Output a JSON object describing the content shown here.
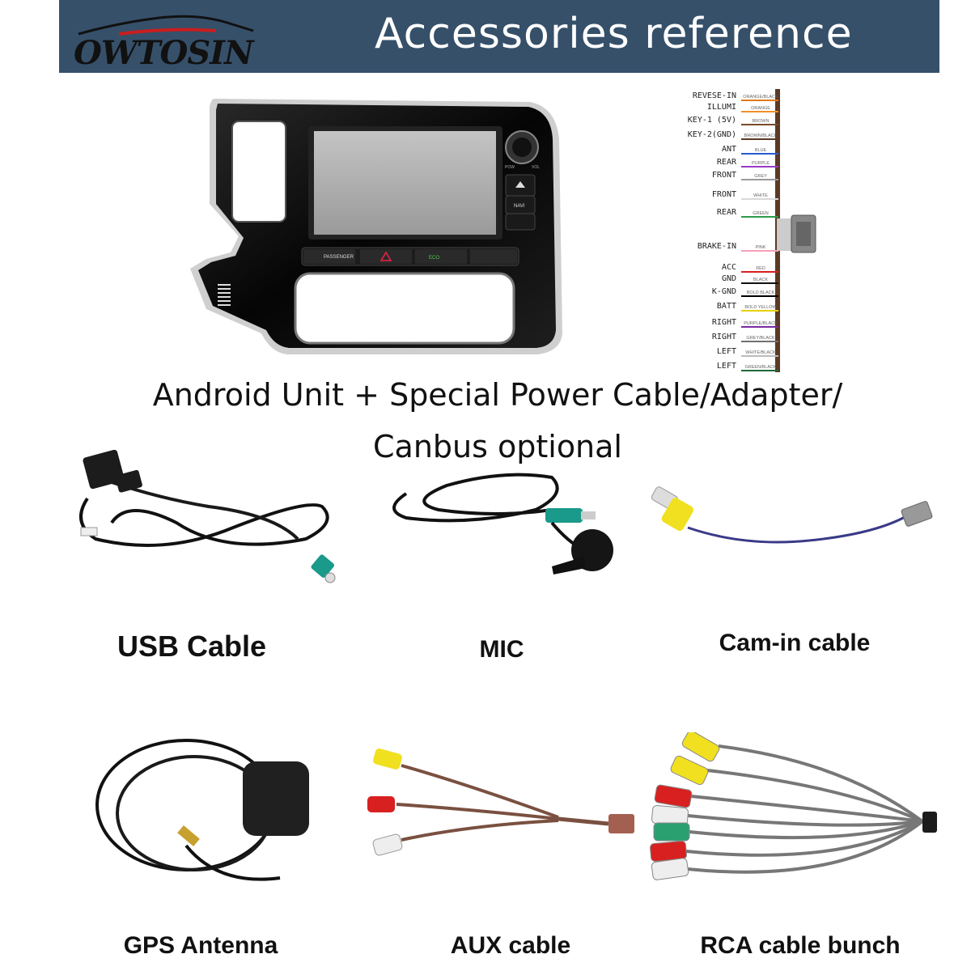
{
  "header": {
    "brand": "OWTOSIN",
    "title": "Accessories reference"
  },
  "unit": {
    "buttons": {
      "pow": "POW",
      "vol": "VOL",
      "navi": "NAVI",
      "passenger": "PASSENGER",
      "eco": "ECO"
    }
  },
  "wiring": {
    "wires": [
      {
        "label": "REVESE-IN",
        "color_name": "ORANGE/BLACK",
        "color": "#e07a1a"
      },
      {
        "label": "ILLUMI",
        "color_name": "ORANGE",
        "color": "#f0902a"
      },
      {
        "label": "KEY-1 (5V)",
        "color_name": "BROWN",
        "color": "#7a4a2a"
      },
      {
        "label": "KEY-2(GND)",
        "color_name": "BROWN/BLACK",
        "color": "#5a3a24"
      },
      {
        "label": "ANT",
        "color_name": "BLUE",
        "color": "#2a5ad0"
      },
      {
        "label": "REAR",
        "color_name": "PURPLE",
        "color": "#9a3ac8"
      },
      {
        "label": "FRONT",
        "color_name": "GREY",
        "color": "#9a9a9a"
      },
      {
        "label": "FRONT",
        "color_name": "WHITE",
        "color": "#d8d8d8"
      },
      {
        "label": "REAR",
        "color_name": "GREEN",
        "color": "#2a9a4a"
      },
      {
        "label": "BRAKE-IN",
        "color_name": "PINK",
        "color": "#f4a0b8"
      },
      {
        "label": "ACC",
        "color_name": "RED",
        "color": "#d82020"
      },
      {
        "label": "GND",
        "color_name": "BLACK",
        "color": "#111111"
      },
      {
        "label": "K-GND",
        "color_name": "BOLD BLACK",
        "color": "#000000"
      },
      {
        "label": "BATT",
        "color_name": "BOLD YELLOW",
        "color": "#e8d000"
      },
      {
        "label": "RIGHT",
        "color_name": "PURPLE/BLACK",
        "color": "#7a2aa0"
      },
      {
        "label": "RIGHT",
        "color_name": "GREY/BLACK",
        "color": "#707070"
      },
      {
        "label": "LEFT",
        "color_name": "WHITE/BLACK",
        "color": "#bbbbbb"
      },
      {
        "label": "LEFT",
        "color_name": "GREEN/BLACK",
        "color": "#1a6a3a"
      }
    ]
  },
  "main_caption": {
    "line1": "Android Unit + Special Power Cable/Adapter/",
    "line2": "Canbus optional"
  },
  "accessories": {
    "usb": "USB Cable",
    "mic": "MIC",
    "cam": "Cam-in cable",
    "gps": "GPS Antenna",
    "aux": "AUX cable",
    "rca": "RCA cable bunch"
  }
}
